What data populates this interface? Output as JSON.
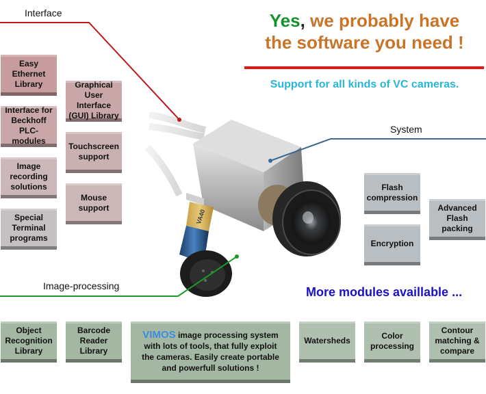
{
  "headline": {
    "yes": "Yes",
    "comma": ",",
    "line1_rest": " we probably have",
    "line2": "the software you need !"
  },
  "subline": "Support for all kinds of VC cameras.",
  "more_modules": "More modules availlable ...",
  "sections": {
    "interface": "Interface",
    "system": "System",
    "image_processing": "Image-processing"
  },
  "colors": {
    "interface_line": "#c01818",
    "system_line": "#3a6a92",
    "image_processing_line": "#1a9a2a",
    "headline_yes": "#15922a",
    "headline_text": "#c8752a",
    "subline": "#29b6d6",
    "more_modules": "#1a10c8",
    "vimos": "#3b8de0"
  },
  "interface_modules": {
    "col1": [
      "Easy Ethernet Library",
      "Interface for Beckhoff PLC-modules",
      "Image recording solutions",
      "Special Terminal programs"
    ],
    "col2": [
      "Graphical User Interface (GUI) Library",
      "Touchscreen support",
      "Mouse support"
    ]
  },
  "interface_lines": {
    "easy_ethernet": [
      "Easy",
      "Ethernet",
      "Library"
    ],
    "beckhoff": [
      "Interface for",
      "Beckhoff",
      "PLC-modules"
    ],
    "image_recording": [
      "Image",
      "recording",
      "solutions"
    ],
    "special_terminal": [
      "Special",
      "Terminal",
      "programs"
    ],
    "gui": [
      "Graphical",
      "User Interface",
      "(GUI) Library"
    ],
    "touchscreen": [
      "Touchscreen",
      "support"
    ],
    "mouse": [
      "Mouse",
      "support"
    ]
  },
  "system_modules": {
    "flash_compression": [
      "Flash",
      "compression"
    ],
    "encryption": [
      "Encryption"
    ],
    "advanced_flash": [
      "Advanced",
      "Flash",
      "packing"
    ]
  },
  "image_modules": {
    "object_recognition": [
      "Object",
      "Recognition",
      "Library"
    ],
    "barcode": [
      "Barcode",
      "Reader",
      "Library"
    ],
    "vimos": {
      "brand": "VIMOS",
      "lines": [
        " image processing system",
        "with lots of tools, that fully exploit",
        "the cameras. Easily create portable",
        "and powerfull solutions !"
      ]
    },
    "watersheds": [
      "Watersheds"
    ],
    "color": [
      "Color",
      "processing"
    ],
    "contour": [
      "Contour",
      "matching &",
      "compare"
    ]
  },
  "camera_labels": {
    "small_camera_print": "VA40"
  }
}
